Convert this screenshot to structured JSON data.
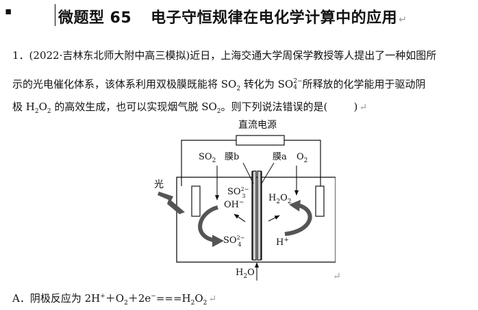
{
  "header": {
    "bullet": "▪",
    "title_main": "微题型",
    "title_num": "65",
    "title_rest": "电子守恒规律在电化学计算中的应用",
    "para_mark": "↵"
  },
  "question": {
    "number": "1．",
    "source": "(2022·吉林东北师大附中高三模拟)",
    "line1_rest": "近日，上海交通大学周保学教授等人提出了一种如图所",
    "line2_a": "示的光电催化体系，该体系利用双极膜既能将 ",
    "so2": "SO",
    "so2_sub": "2",
    "line2_b": " 转化为 ",
    "so4": "SO",
    "so4_sup": "2−",
    "so4_sub": "4",
    "line2_c": "所释放的化学能用于驱动阴",
    "line3_a": "极  ",
    "h2o2_h": "H",
    "h2o2_o": "O",
    "sub2": "2",
    "line3_b": " 的高效生成，也可以实现烟气脱 ",
    "line3_c": "。则下列说法错误的是(",
    "line3_blank": "        ",
    "line3_close": ")",
    "para_mark": "↵"
  },
  "diagram": {
    "power_label": "直流电源",
    "light_label": "光",
    "membrane_b": "膜b",
    "membrane_a": "膜a",
    "so2": "SO",
    "o2": "O",
    "sub2": "2",
    "so3": "SO",
    "so3_sup": "2−",
    "so3_sub": "3",
    "oh": "OH",
    "oh_sup": "−",
    "so4": "SO",
    "so4_sup": "2−",
    "so4_sub": "4",
    "h2o2_h": "H",
    "h2o2_o": "O",
    "h_plus": "H",
    "h_plus_sup": "+",
    "h2o_h": "H",
    "h2o_o": "O",
    "colors": {
      "line": "#111111",
      "arrow_fill": "#555555",
      "electrode_fill": "#ffffff",
      "membrane_fill": "#d0d0d0"
    }
  },
  "option_a": {
    "label": "A．",
    "text_a": "阴极反应为 2H",
    "h_sup": "+",
    "text_b": "＋O",
    "o_sub": "2",
    "text_c": "＋2e",
    "e_sup": "−",
    "text_d": "===H",
    "h_sub": "2",
    "text_e": "O",
    "o2_sub": "2",
    "para_mark": "↵"
  },
  "figure_mark": "↵"
}
